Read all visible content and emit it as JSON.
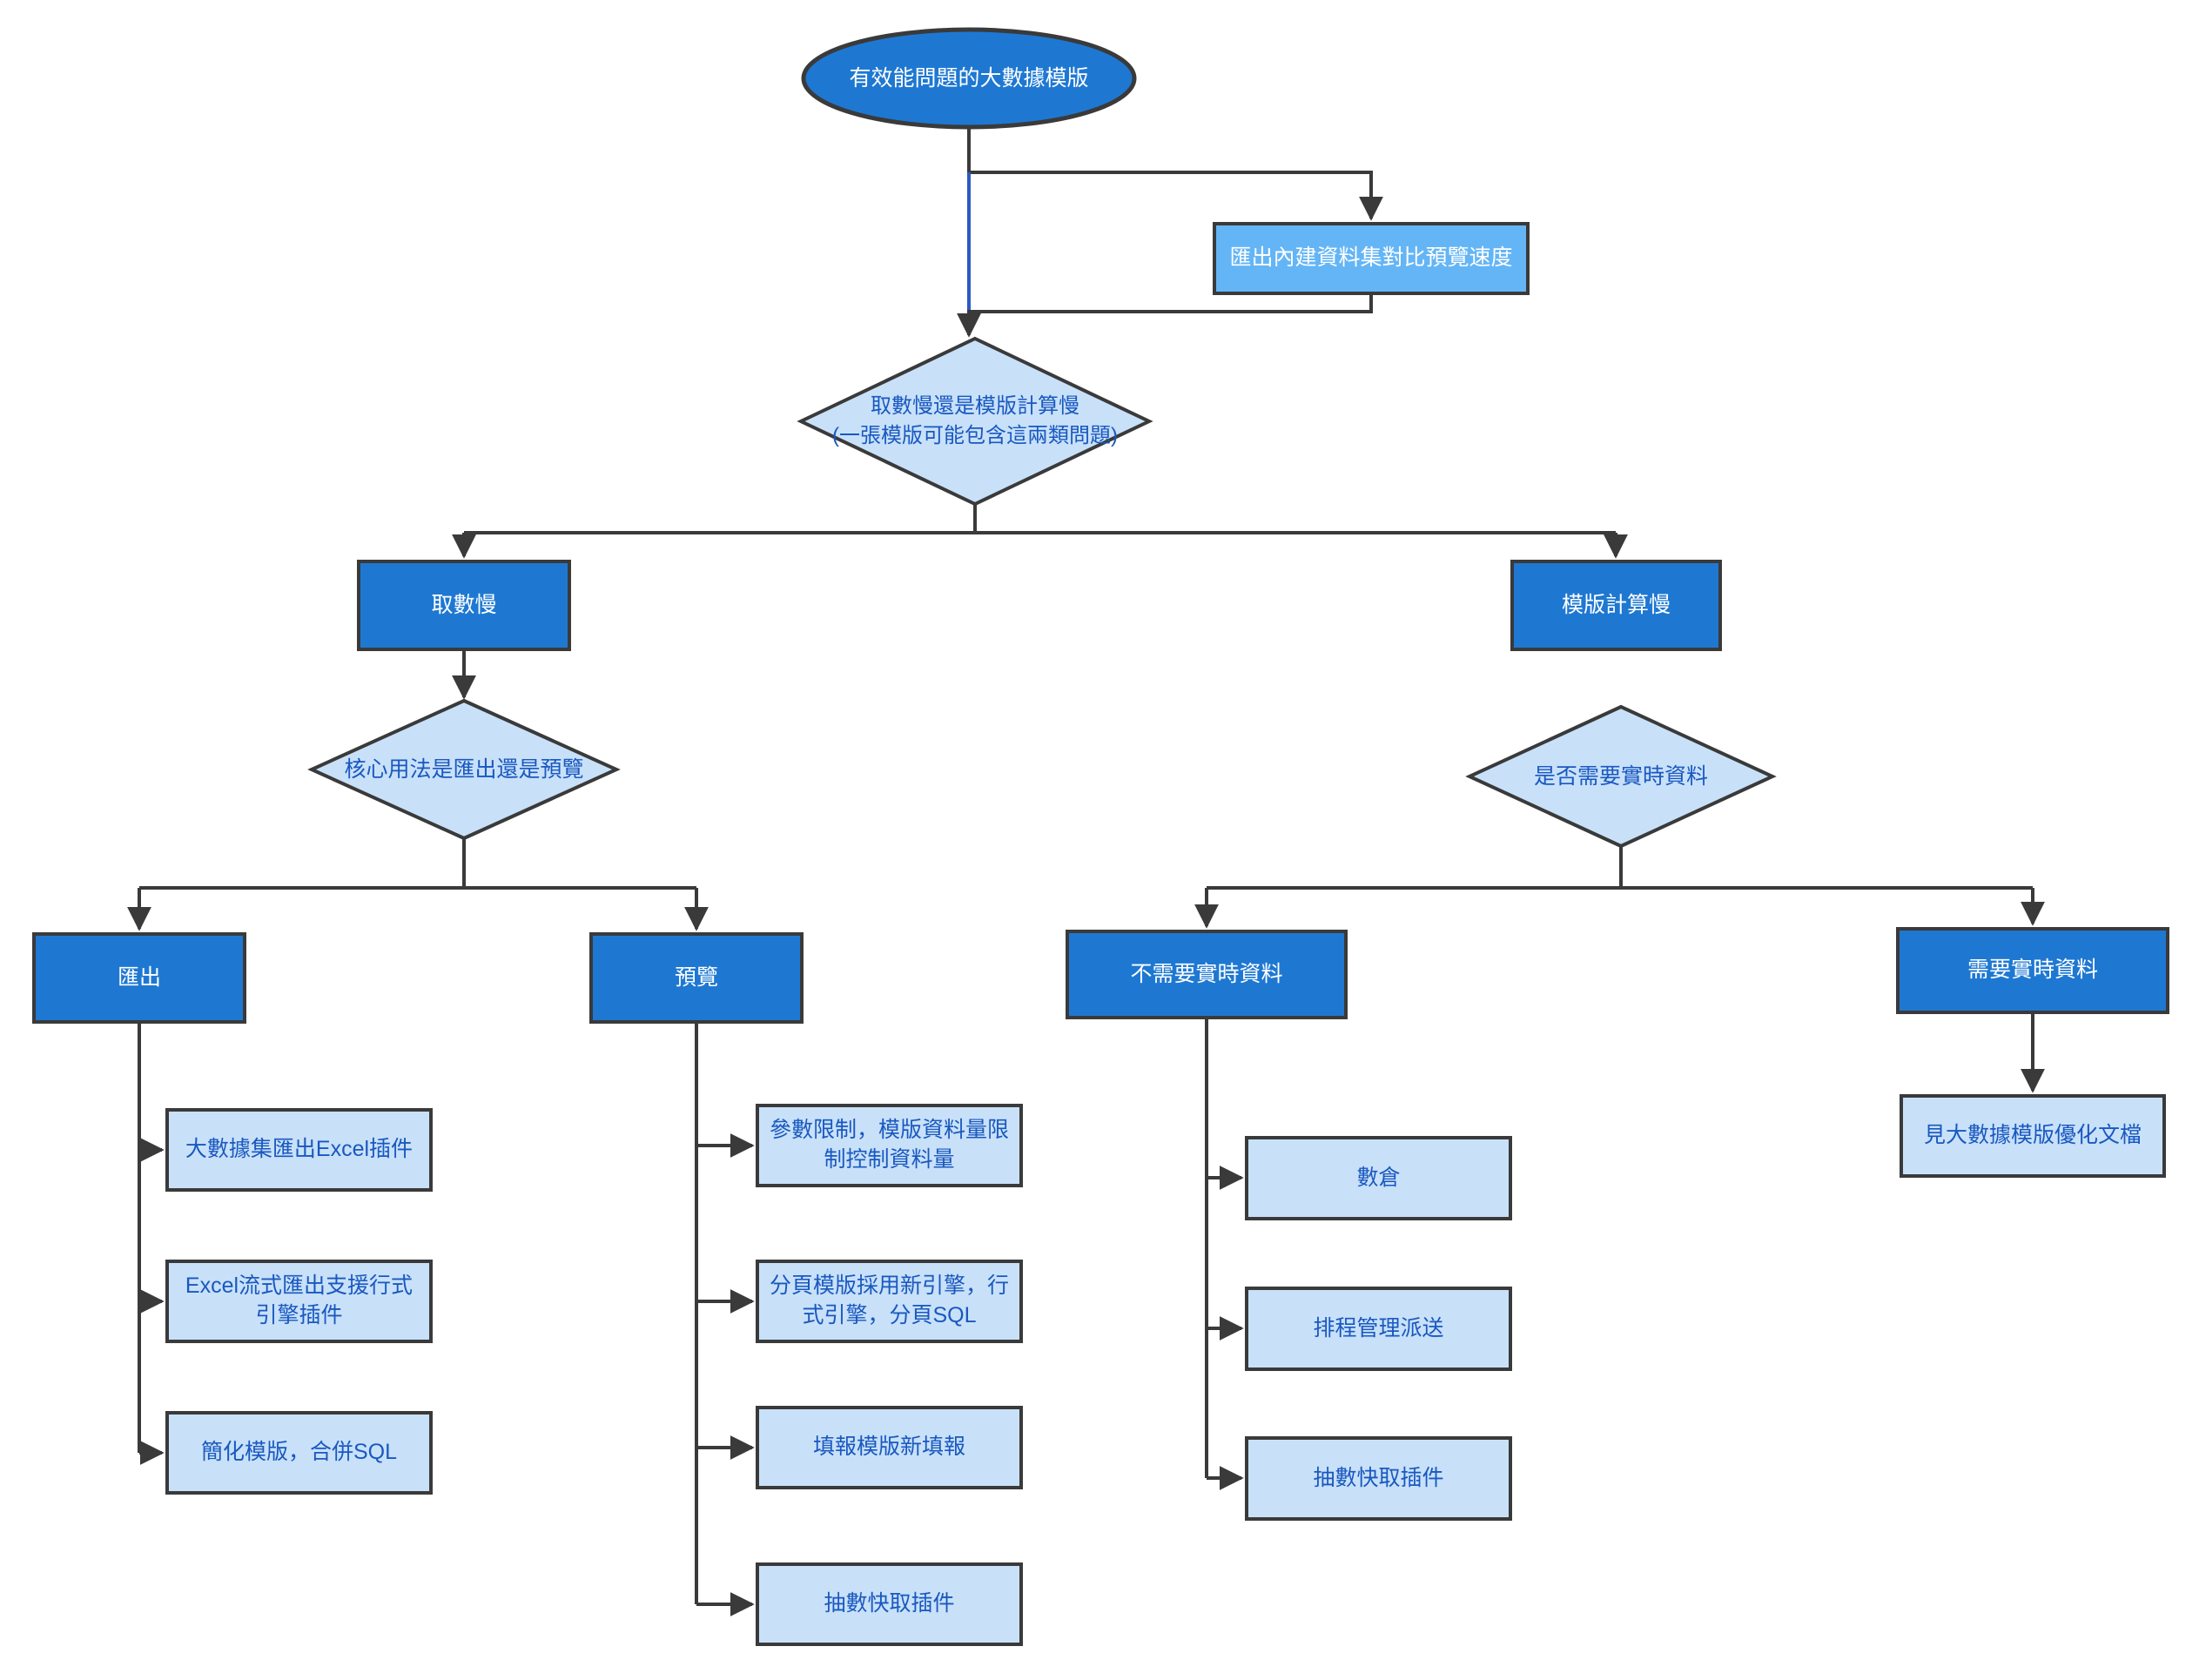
{
  "diagram": {
    "root": "有效能問題的大數據模版",
    "compare_note": "匯出內建資料集對比預覽速度",
    "decisions": {
      "main": "取數慢還是模版計算慢\n(一張模版可能包含這兩類問題)",
      "usage": "核心用法是匯出還是預覽",
      "realtime": "是否需要實時資料"
    },
    "branches": {
      "fetch_slow": "取數慢",
      "calc_slow": "模版計算慢",
      "export": "匯出",
      "preview": "預覽",
      "no_realtime": "不需要實時資料",
      "need_realtime": "需要實時資料"
    },
    "solutions": {
      "export": [
        "大數據集匯出Excel插件",
        "Excel流式匯出支援行式引擎插件",
        "簡化模版，合併SQL"
      ],
      "preview": [
        "參數限制，模版資料量限制控制資料量",
        "分頁模版採用新引擎，行式引擎，分頁SQL",
        "填報模版新填報",
        "抽數快取插件"
      ],
      "no_realtime": [
        "數倉",
        "排程管理派送",
        "抽數快取插件"
      ],
      "need_realtime": [
        "見大數據模版優化文檔"
      ]
    },
    "colors": {
      "node_primary": "#1e78d2",
      "node_medium": "#64b5f6",
      "node_light": "#c8e1f9",
      "outline": "#3a3a3a",
      "connector": "#3a3a3a",
      "connector_selected": "#2c59c5",
      "text_on_primary": "#ffffff",
      "text_blue": "#1a58c0"
    }
  }
}
